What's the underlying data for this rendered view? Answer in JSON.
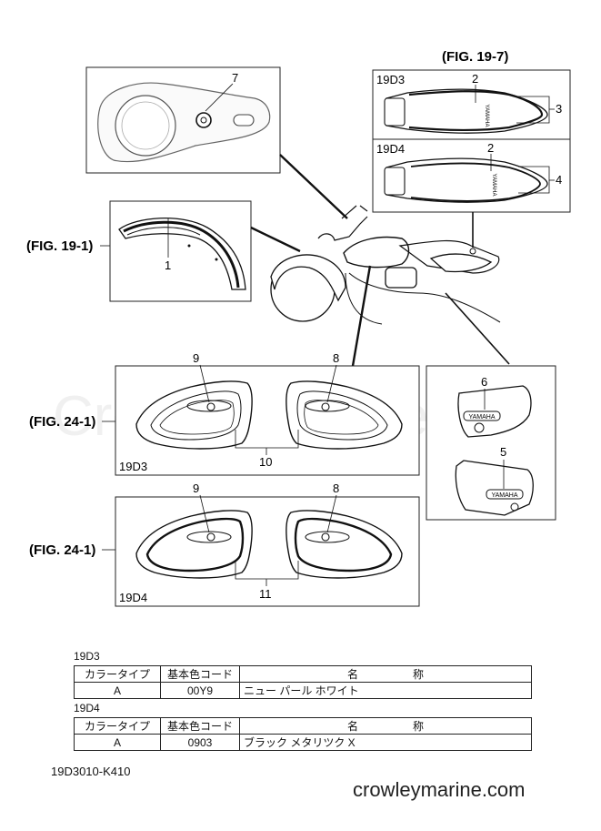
{
  "figures": {
    "fig_19_7": "(FIG. 19-7)",
    "fig_19_1": "(FIG. 19-1)",
    "fig_24_1_a": "(FIG. 24-1)",
    "fig_24_1_b": "(FIG. 24-1)"
  },
  "callouts": {
    "p1": "1",
    "p2a": "2",
    "p2b": "2",
    "p3": "3",
    "p4": "4",
    "p5": "5",
    "p6": "6",
    "p7": "7",
    "p8a": "8",
    "p8b": "8",
    "p9a": "9",
    "p9b": "9",
    "p10": "10",
    "p11": "11"
  },
  "panel_labels": {
    "seat_top": "19D3",
    "seat_bottom": "19D4",
    "tank_top": "19D3",
    "tank_bottom": "19D4"
  },
  "emblem_text": "YAMAHA",
  "watermark": "CrowleyMarine",
  "color_tables": [
    {
      "label": "19D3",
      "header": [
        "カラータイプ",
        "基本色コード",
        "名　　　　　称"
      ],
      "row": [
        "A",
        "00Y9",
        "ニュー パール ホワイト"
      ]
    },
    {
      "label": "19D4",
      "header": [
        "カラータイプ",
        "基本色コード",
        "名　　　　　称"
      ],
      "row": [
        "A",
        "0903",
        "ブラック メタリツク X"
      ]
    }
  ],
  "diagram_code": "19D3010-K410",
  "site": "crowleymarine.com"
}
